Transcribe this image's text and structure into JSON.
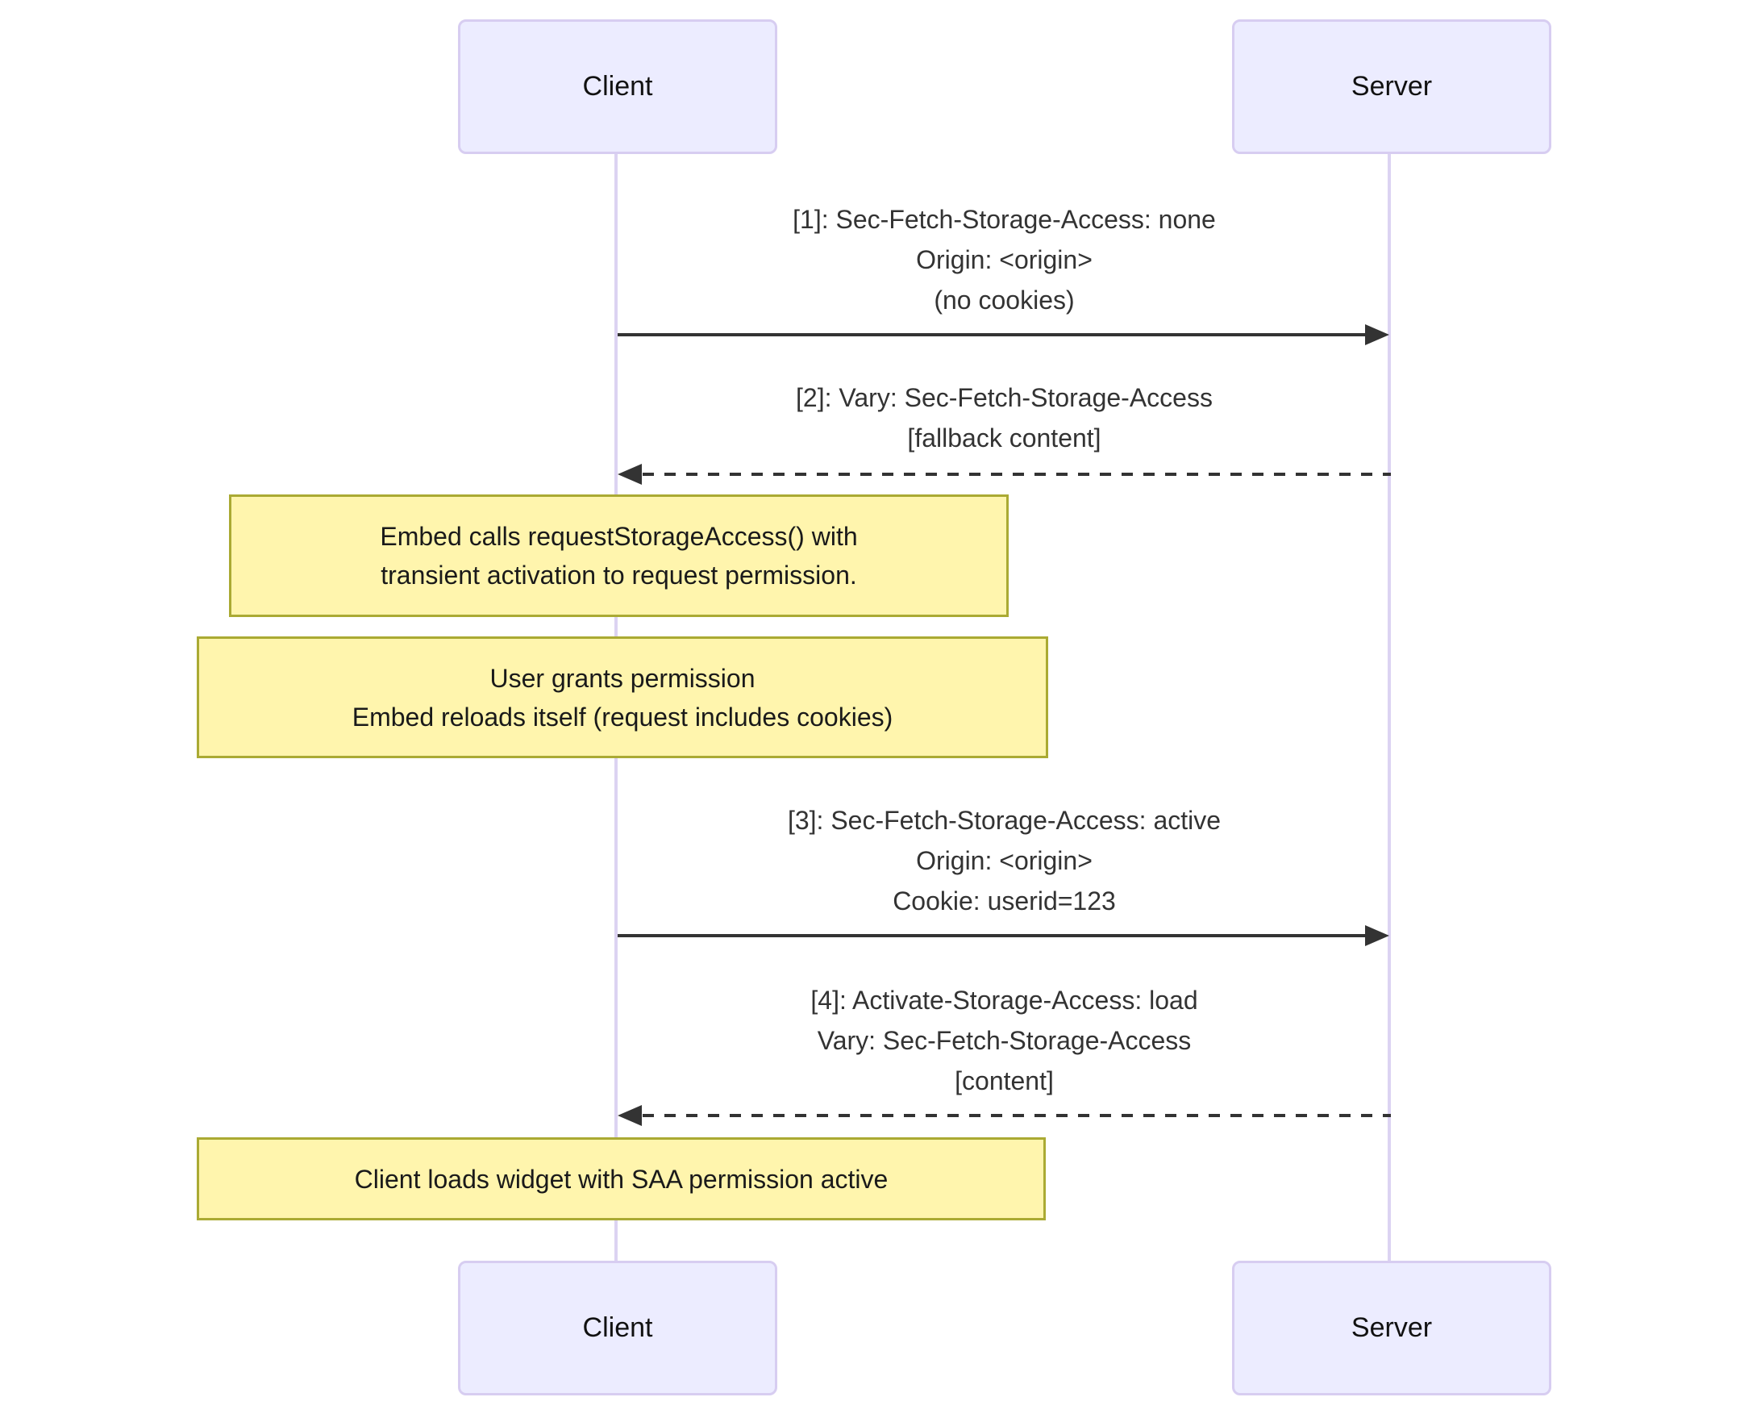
{
  "diagram_type": "sequence-diagram",
  "actors": [
    {
      "label": "Client"
    },
    {
      "label": "Server"
    }
  ],
  "messages": [
    {
      "direction": "client-to-server",
      "line_style": "solid",
      "lines": [
        "[1]: Sec-Fetch-Storage-Access: none",
        "Origin: <origin>",
        "(no cookies)"
      ]
    },
    {
      "direction": "server-to-client",
      "line_style": "dashed",
      "lines": [
        "[2]: Vary: Sec-Fetch-Storage-Access",
        "[fallback content]"
      ]
    },
    {
      "direction": "client-to-server",
      "line_style": "solid",
      "lines": [
        "[3]: Sec-Fetch-Storage-Access: active",
        "Origin: <origin>",
        "Cookie: userid=123"
      ]
    },
    {
      "direction": "server-to-client",
      "line_style": "dashed",
      "lines": [
        "[4]: Activate-Storage-Access: load",
        "Vary: Sec-Fetch-Storage-Access",
        "[content]"
      ]
    }
  ],
  "notes": [
    {
      "lines": [
        "Embed calls requestStorageAccess() with",
        "transient activation to request permission."
      ]
    },
    {
      "lines": [
        "User grants permission",
        "Embed reloads itself (request includes cookies)"
      ]
    },
    {
      "lines": [
        "Client loads widget with SAA permission active"
      ]
    }
  ],
  "colors": {
    "actor_fill": "#ECECFF",
    "actor_border": "#D7CDF1",
    "lifeline": "#DCD3F2",
    "note_fill": "#FFF5AD",
    "note_border": "#AAAA33",
    "arrow": "#333333",
    "message_text": "#333333"
  }
}
